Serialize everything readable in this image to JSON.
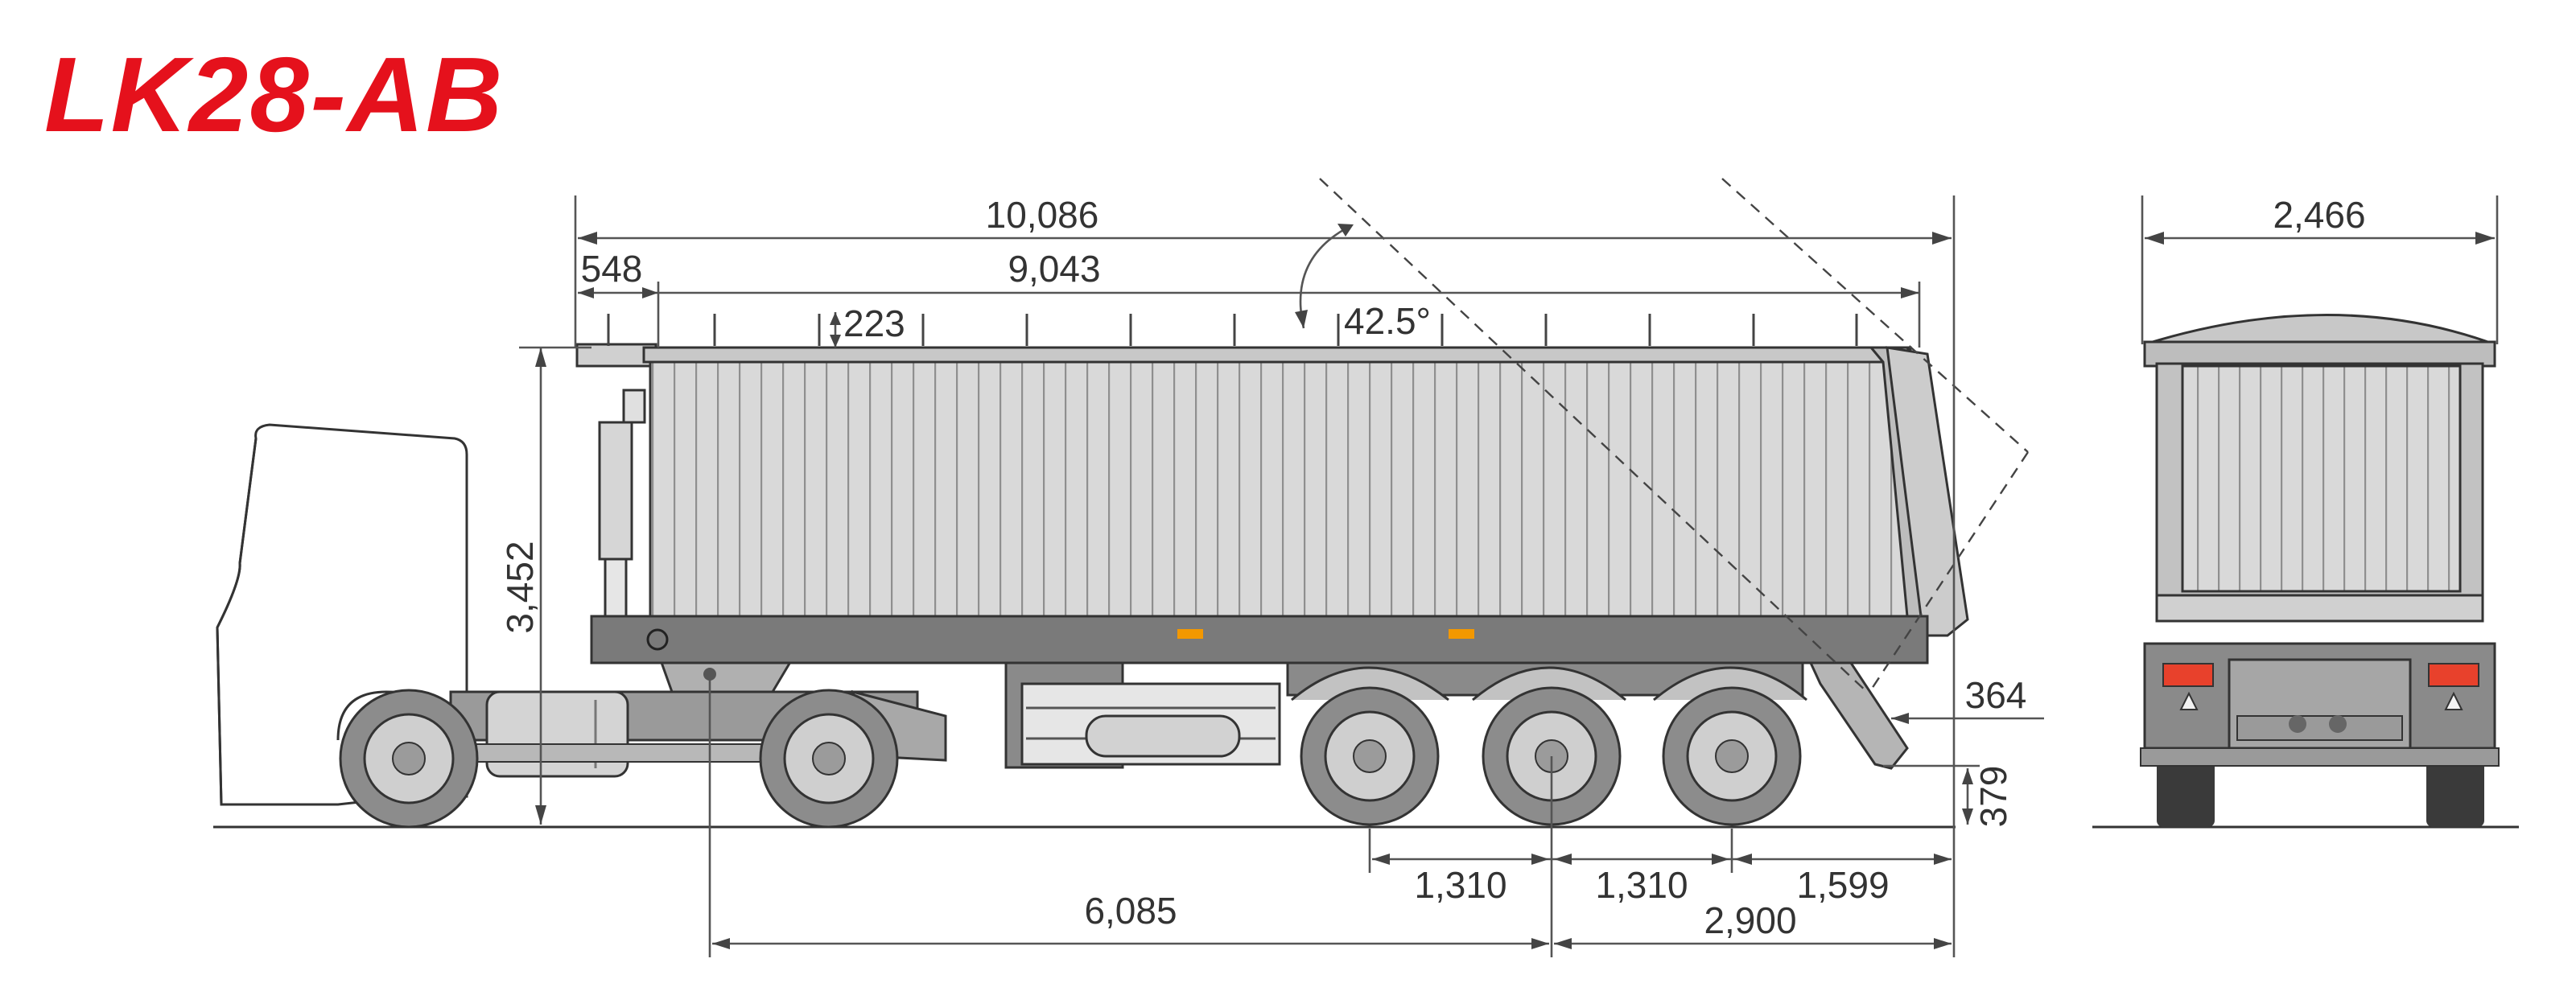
{
  "title": "LK28-AB",
  "dimensions": {
    "overall_length": "10,086",
    "front_overhang": "548",
    "body_length": "9,043",
    "top_rail_height": "223",
    "tilt_angle": "42.5°",
    "overall_height": "3,452",
    "rear_frame_drop": "364",
    "rear_bumper_clearance": "379",
    "kingpin_to_axle_center": "6,085",
    "axle_spacing_1": "1,310",
    "axle_spacing_2": "1,310",
    "rear_overhang": "1,599",
    "axle_center_to_rear": "2,900",
    "overall_width": "2,466"
  },
  "colors": {
    "title_red": "#e5111c",
    "body_panel": "#d8d8d8",
    "chassis_dark": "#7a7a7a",
    "tail_light": "#e8412c",
    "marker_amber": "#f39800"
  }
}
